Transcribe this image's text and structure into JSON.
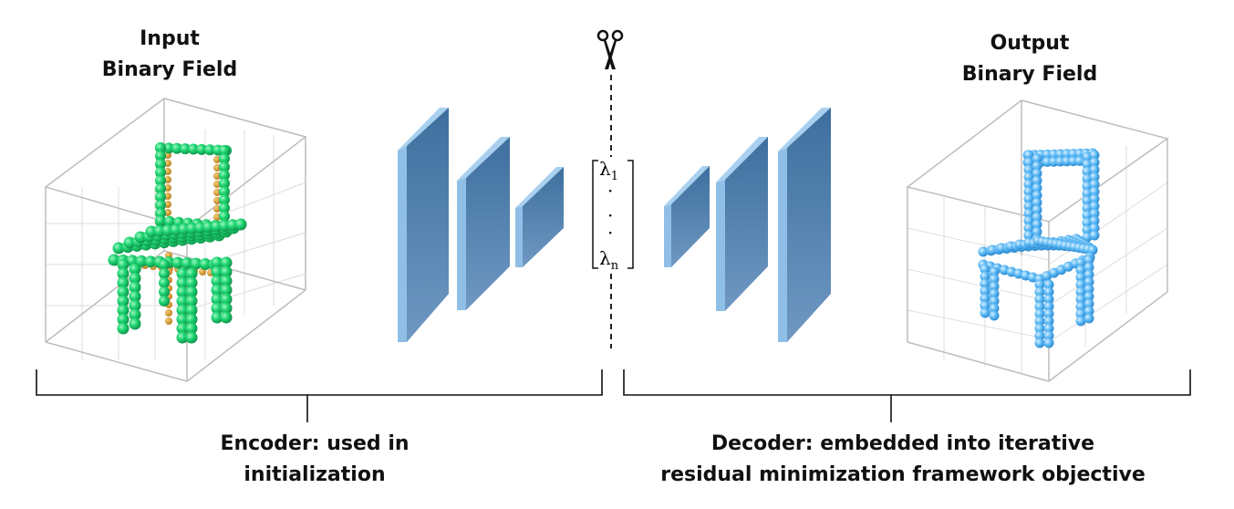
{
  "input": {
    "title_line1": "Input",
    "title_line2": "Binary Field"
  },
  "output": {
    "title_line1": "Output",
    "title_line2": "Binary Field"
  },
  "latent": {
    "first": "λ",
    "first_sub": "1",
    "dots": [
      "·",
      "·",
      "·"
    ],
    "last": "λ",
    "last_sub": "n"
  },
  "encoder": {
    "caption_line1": "Encoder: used in",
    "caption_line2": "initialization"
  },
  "decoder": {
    "caption_line1": "Decoder: embedded into iterative",
    "caption_line2": "residual minimization framework objective"
  },
  "icons": {
    "cut": "scissors-icon"
  },
  "colors": {
    "input_voxel": "#1fd672",
    "input_voxel_frame": "#d99a2b",
    "output_voxel": "#5ab8f5",
    "layer_face": "#4f82b0",
    "layer_side": "#8fbfe6",
    "grid": "#bdbdbd"
  }
}
